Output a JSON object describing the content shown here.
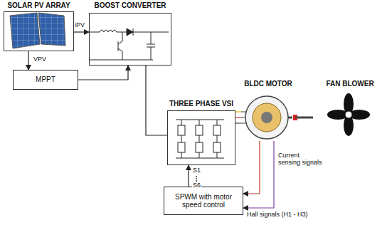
{
  "diagram": {
    "nodes": [
      {
        "text": [
          "SOLAR PV ARRAY"
        ]
      },
      {
        "text": [
          "BOOST CONVERTER"
        ]
      },
      {
        "text": [
          "MPPT"
        ]
      },
      {
        "text": [
          "THREE PHASE VSI"
        ]
      },
      {
        "text": [
          "BLDC MOTOR"
        ]
      },
      {
        "text": [
          "FAN BLOWER"
        ]
      },
      {
        "text": [
          "SPWM with motor speed control"
        ]
      }
    ],
    "edges": [
      {
        "from": 0,
        "to": 2,
        "arrow": "to",
        "label": "VPV"
      },
      {
        "from": 0,
        "to": 1,
        "arrow": "to",
        "label": "iPV"
      },
      {
        "from": 2,
        "to": 1,
        "arrow": "to"
      },
      {
        "from": 1,
        "to": 3,
        "arrow": "none"
      },
      {
        "from": 3,
        "to": 4,
        "arrow": "none"
      },
      {
        "from": 4,
        "to": 5,
        "arrow": "none"
      },
      {
        "from": 6,
        "to": 3,
        "arrow": "to"
      },
      {
        "from": 4,
        "to": 6,
        "arrow": "to",
        "label": "Current sensing signals"
      },
      {
        "from": 4,
        "to": 6,
        "arrow": "to",
        "label": "Hall signals (H1 - H3)"
      }
    ],
    "labels": [
      "S1",
      "S6"
    ]
  }
}
